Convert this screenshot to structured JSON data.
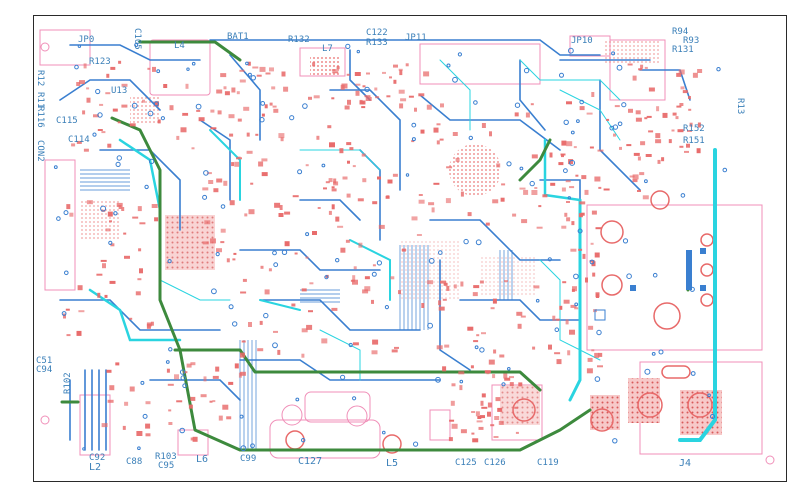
{
  "designators": {
    "jp0": "JP0",
    "c105": "C105",
    "l4": "L4",
    "bat1": "BAT1",
    "r132": "R132",
    "l7": "L7",
    "c122": "C122",
    "r133": "R133",
    "jp11": "JP11",
    "jp10": "JP10",
    "r94": "R94",
    "r93": "R93",
    "r131": "R131",
    "r13": "R13",
    "r123": "R123",
    "r12": "R12",
    "r11": "R11",
    "r116": "R116",
    "r115": "R115",
    "c115": "C115",
    "c114": "C114",
    "con2": "CON2",
    "u13": "U13",
    "r152": "R152",
    "r151": "R151",
    "c51": "C51",
    "c94": "C94",
    "r102": "R102",
    "c92": "C92",
    "l2": "L2",
    "c88": "C88",
    "r103": "R103",
    "c95": "C95",
    "l6": "L6",
    "c99": "C99",
    "c127": "C127",
    "l5": "L5",
    "c125": "C125",
    "c126": "C126",
    "c119": "C119",
    "j4": "J4"
  },
  "layer_colors": {
    "top_copper": "#e86a6a",
    "bottom_copper": "#3a7fd0",
    "inner_trace": "#2ad4e0",
    "ground_trace": "#3d8a3d",
    "silkscreen": "#f08fb8",
    "outline": "#2a2a2a"
  }
}
